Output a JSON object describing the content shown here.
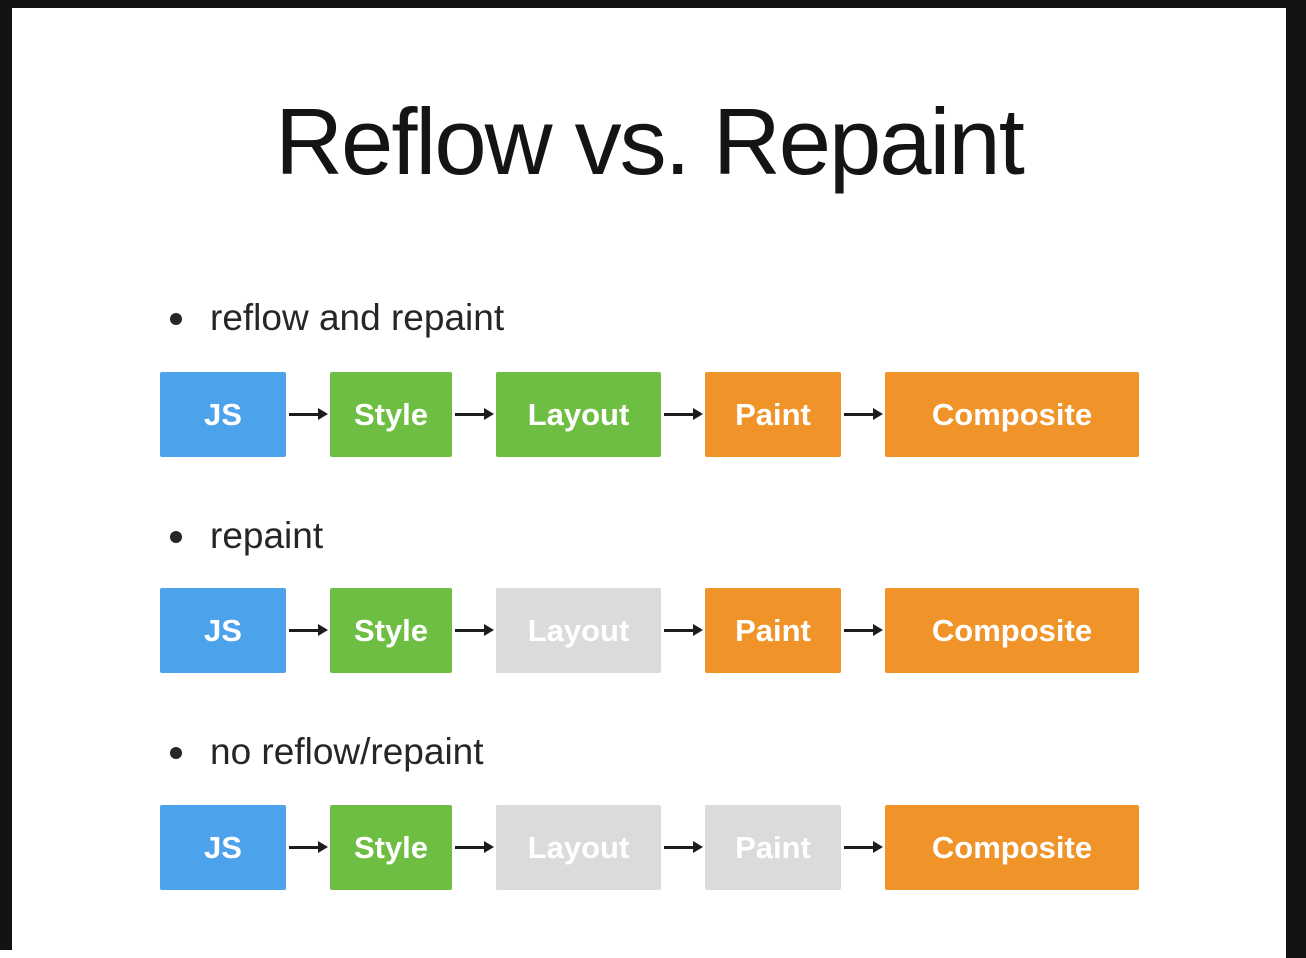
{
  "slide": {
    "title": "Reflow vs. Repaint",
    "stage_colors": {
      "blue": "#4DA2EC",
      "green": "#6FBE44",
      "orange": "#F09328",
      "gray": "#DBDBDB"
    },
    "frame_color": "#131313",
    "sections": [
      {
        "bullet": "reflow and repaint",
        "stages": [
          {
            "label": "JS",
            "color": "blue"
          },
          {
            "label": "Style",
            "color": "green"
          },
          {
            "label": "Layout",
            "color": "green"
          },
          {
            "label": "Paint",
            "color": "orange"
          },
          {
            "label": "Composite",
            "color": "orange"
          }
        ]
      },
      {
        "bullet": "repaint",
        "stages": [
          {
            "label": "JS",
            "color": "blue"
          },
          {
            "label": "Style",
            "color": "green"
          },
          {
            "label": "Layout",
            "color": "gray"
          },
          {
            "label": "Paint",
            "color": "orange"
          },
          {
            "label": "Composite",
            "color": "orange"
          }
        ]
      },
      {
        "bullet": "no reflow/repaint",
        "stages": [
          {
            "label": "JS",
            "color": "blue"
          },
          {
            "label": "Style",
            "color": "green"
          },
          {
            "label": "Layout",
            "color": "gray"
          },
          {
            "label": "Paint",
            "color": "gray"
          },
          {
            "label": "Composite",
            "color": "orange"
          }
        ]
      }
    ]
  }
}
